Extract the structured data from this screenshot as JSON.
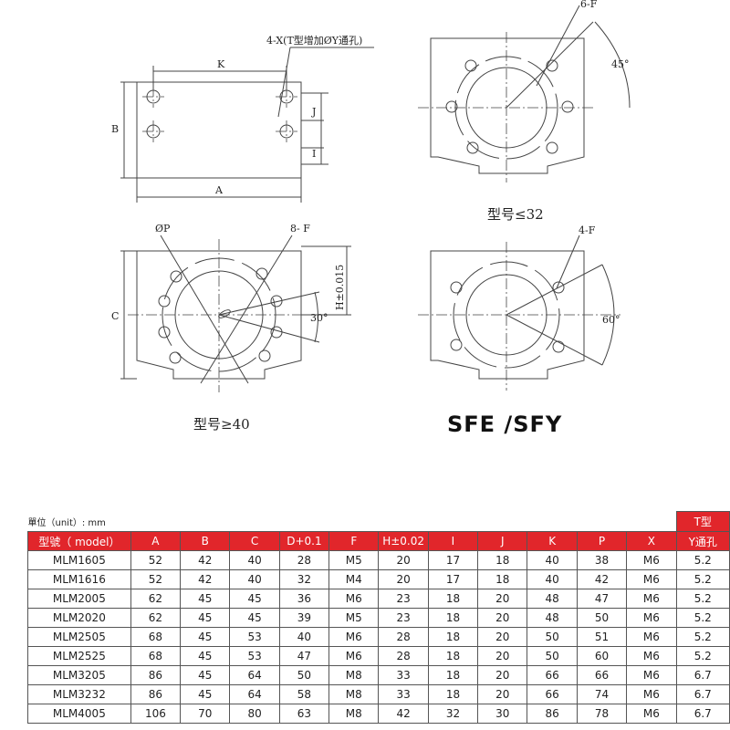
{
  "drawing": {
    "views": {
      "top_left": {
        "dim_labels": [
          "K",
          "B",
          "A",
          "J",
          "I"
        ],
        "callout": "4-X(T型增加ØY通孔)"
      },
      "top_right": {
        "callout": "6-F",
        "angle": "45°",
        "caption": "型号≤32"
      },
      "bottom_left": {
        "callouts": [
          "ØP",
          "8- F"
        ],
        "dim_labels": [
          "C",
          "H±0.015"
        ],
        "angle": "30°",
        "caption": "型号≥40"
      },
      "bottom_right": {
        "callout": "4-F",
        "angle": "60°"
      }
    },
    "title": "SFE /SFY"
  },
  "table": {
    "unit_label": "單位（unit）: mm",
    "t_type_label": "T型",
    "columns": [
      "型號（ model）",
      "A",
      "B",
      "C",
      "D+0.1",
      "F",
      "H±0.02",
      "I",
      "J",
      "K",
      "P",
      "X",
      "Y通孔"
    ],
    "rows": [
      [
        "MLM1605",
        "52",
        "42",
        "40",
        "28",
        "M5",
        "20",
        "17",
        "18",
        "40",
        "38",
        "M6",
        "5.2"
      ],
      [
        "MLM1616",
        "52",
        "42",
        "40",
        "32",
        "M4",
        "20",
        "17",
        "18",
        "40",
        "42",
        "M6",
        "5.2"
      ],
      [
        "MLM2005",
        "62",
        "45",
        "45",
        "36",
        "M6",
        "23",
        "18",
        "20",
        "48",
        "47",
        "M6",
        "5.2"
      ],
      [
        "MLM2020",
        "62",
        "45",
        "45",
        "39",
        "M5",
        "23",
        "18",
        "20",
        "48",
        "50",
        "M6",
        "5.2"
      ],
      [
        "MLM2505",
        "68",
        "45",
        "53",
        "40",
        "M6",
        "28",
        "18",
        "20",
        "50",
        "51",
        "M6",
        "5.2"
      ],
      [
        "MLM2525",
        "68",
        "45",
        "53",
        "47",
        "M6",
        "28",
        "18",
        "20",
        "50",
        "60",
        "M6",
        "5.2"
      ],
      [
        "MLM3205",
        "86",
        "45",
        "64",
        "50",
        "M8",
        "33",
        "18",
        "20",
        "66",
        "66",
        "M6",
        "6.7"
      ],
      [
        "MLM3232",
        "86",
        "45",
        "64",
        "58",
        "M8",
        "33",
        "18",
        "20",
        "66",
        "74",
        "M6",
        "6.7"
      ],
      [
        "MLM4005",
        "106",
        "70",
        "80",
        "63",
        "M8",
        "42",
        "32",
        "30",
        "86",
        "78",
        "M6",
        "6.7"
      ]
    ]
  }
}
